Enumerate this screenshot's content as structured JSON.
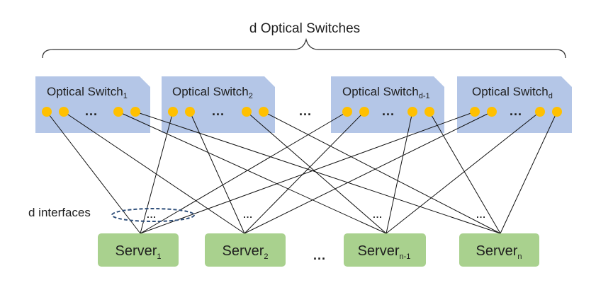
{
  "title": "d Optical Switches",
  "interfaces_label": "d interfaces",
  "ellipsis": "...",
  "colors": {
    "switch_fill": "#b4c6e7",
    "port_fill": "#ffc000",
    "server_fill": "#a9d18e",
    "line": "#111111",
    "dashed_ellipse": "#2f4f7a"
  },
  "switches": [
    {
      "name": "Optical Switch",
      "sub": "1"
    },
    {
      "name": "Optical Switch",
      "sub": "2"
    },
    {
      "name": "Optical Switch",
      "sub": "d-1"
    },
    {
      "name": "Optical Switch",
      "sub": "d"
    }
  ],
  "servers": [
    {
      "name": "Server",
      "sub": "1"
    },
    {
      "name": "Server",
      "sub": "2"
    },
    {
      "name": "Server",
      "sub": "n-1"
    },
    {
      "name": "Server",
      "sub": "n"
    }
  ]
}
